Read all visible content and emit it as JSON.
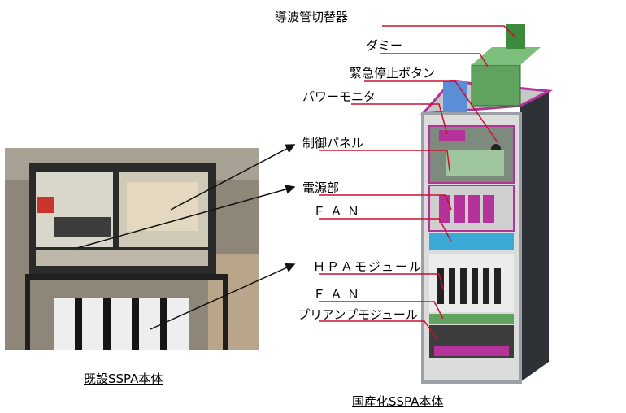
{
  "left_caption": "既設SSPA本体",
  "right_caption": "国産化SSPA本体",
  "labels": {
    "waveguide_switch": "導波管切替器",
    "dummy": "ダミー",
    "emergency_stop": "緊急停止ボタン",
    "power_monitor": "パワーモニタ",
    "control_panel": "制御パネル",
    "power_unit": "電源部",
    "fan1": "ＦＡＮ",
    "hpa_module": "ＨＰＡモジュール",
    "fan2": "ＦＡＮ",
    "preamp_module": "プリアンプモジュール"
  },
  "colors": {
    "leader_red": "#c8102e",
    "arrow_black": "#111111",
    "cabinet_frame": "#9aa0a6",
    "cabinet_side": "#2e3236",
    "green_panel": "#5fa35f",
    "magenta_frame": "#b4329a",
    "fan_blue": "#3aa9d6"
  }
}
